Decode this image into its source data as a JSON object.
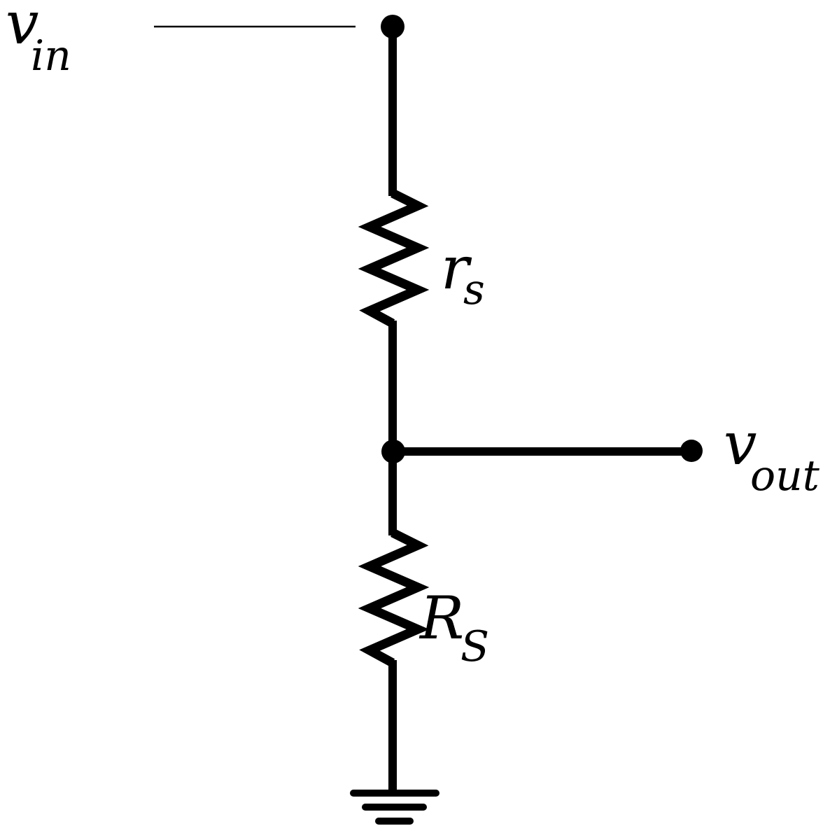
{
  "diagram": {
    "type": "circuit-schematic-voltage-divider",
    "background_color": "#ffffff",
    "line_color": "#000000",
    "labels": {
      "vin": {
        "main": "v",
        "sub": "in"
      },
      "rs": {
        "main": "r",
        "sub": "s"
      },
      "RS": {
        "main": "R",
        "sub": "S"
      },
      "vout": {
        "main": "v",
        "sub": "out"
      }
    },
    "components": {
      "top_resistor": "rs",
      "bottom_resistor": "RS",
      "ground": "ground-symbol",
      "nodes": [
        "vin-node",
        "junction-node",
        "vout-node"
      ]
    }
  }
}
